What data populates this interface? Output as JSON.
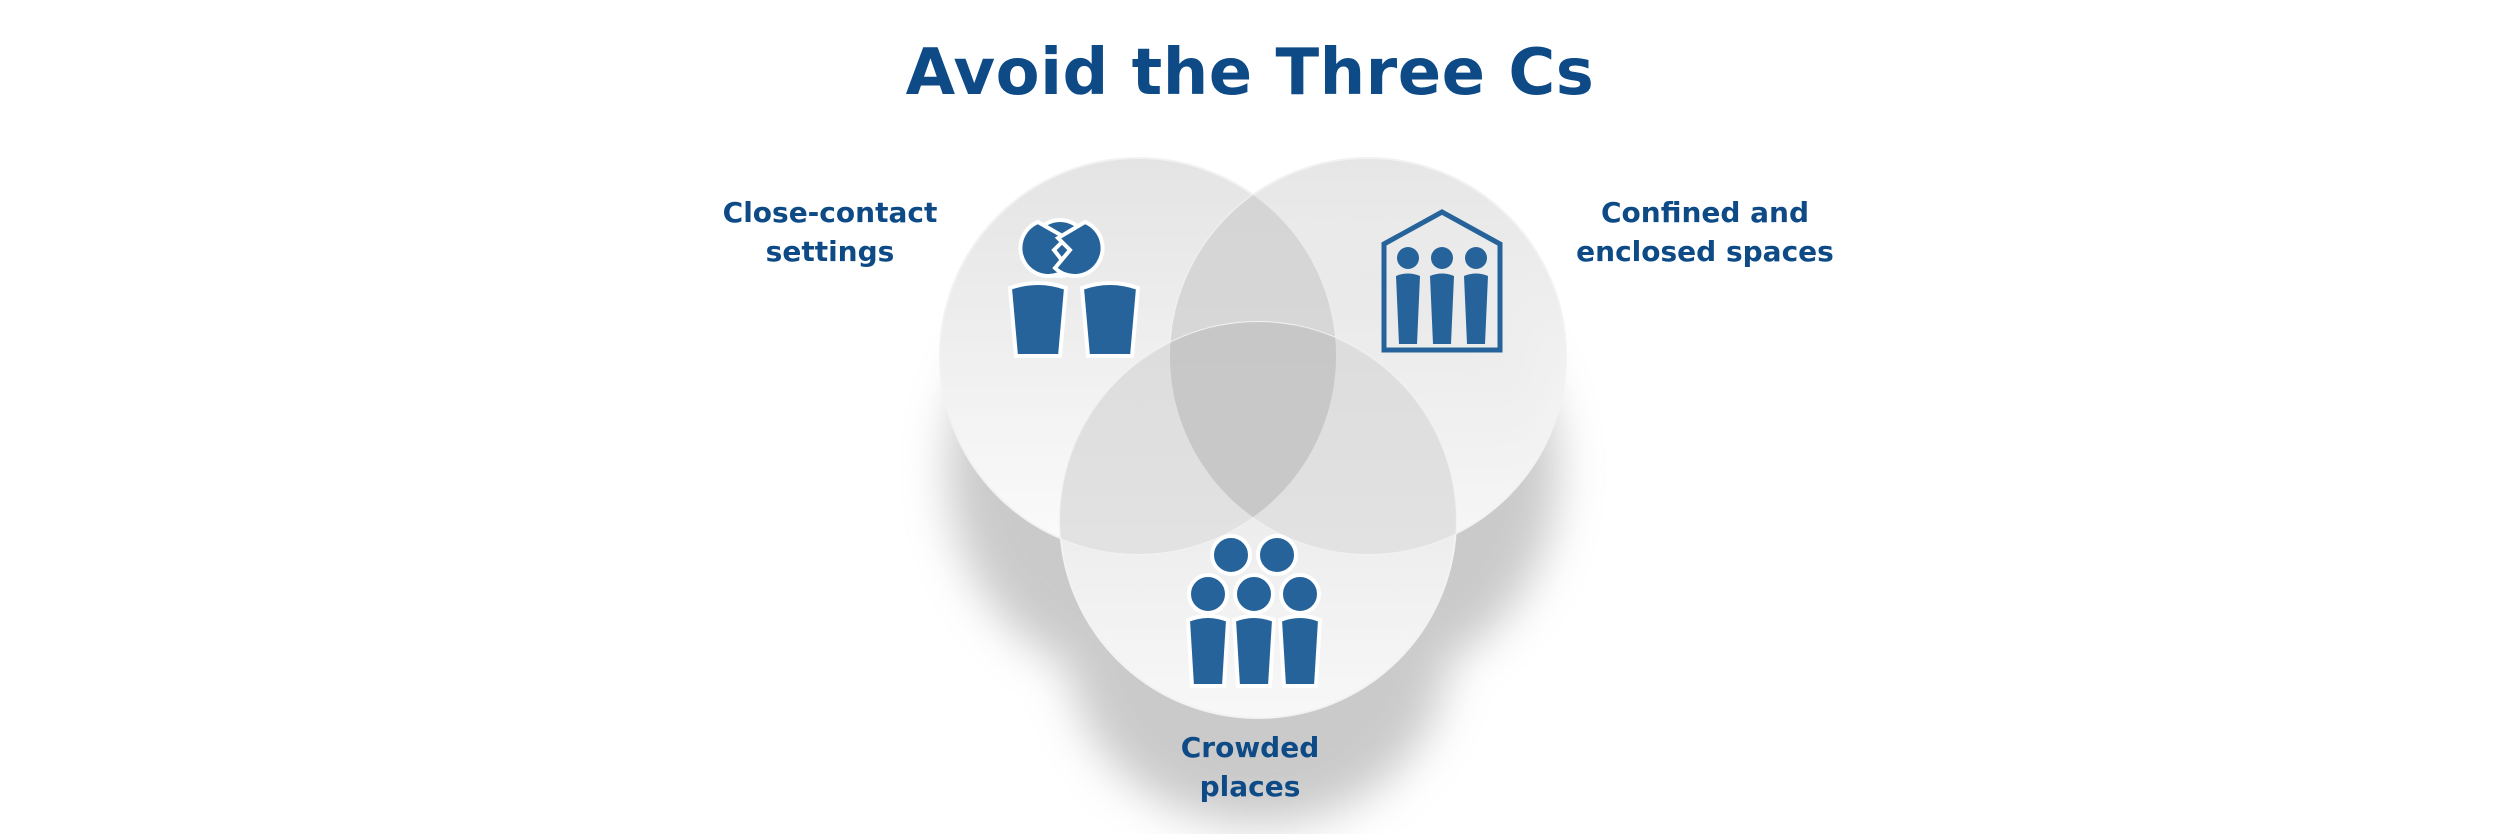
{
  "title": "Avoid the Three Cs",
  "circles": [
    {
      "id": "close-contact",
      "label_lines": [
        "Close-contact",
        "settings"
      ],
      "icon": "two-people-talking-icon"
    },
    {
      "id": "confined",
      "label_lines": [
        "Confined and",
        "enclosed spaces"
      ],
      "icon": "people-in-house-icon"
    },
    {
      "id": "crowded",
      "label_lines": [
        "Crowded",
        "places"
      ],
      "icon": "crowd-icon"
    }
  ],
  "colors": {
    "title": "#0d4a86",
    "label": "#0d4a86",
    "icon": "#25639a",
    "circle_top": "#e6e6e6",
    "circle_bottom": "#fbfbfb"
  }
}
